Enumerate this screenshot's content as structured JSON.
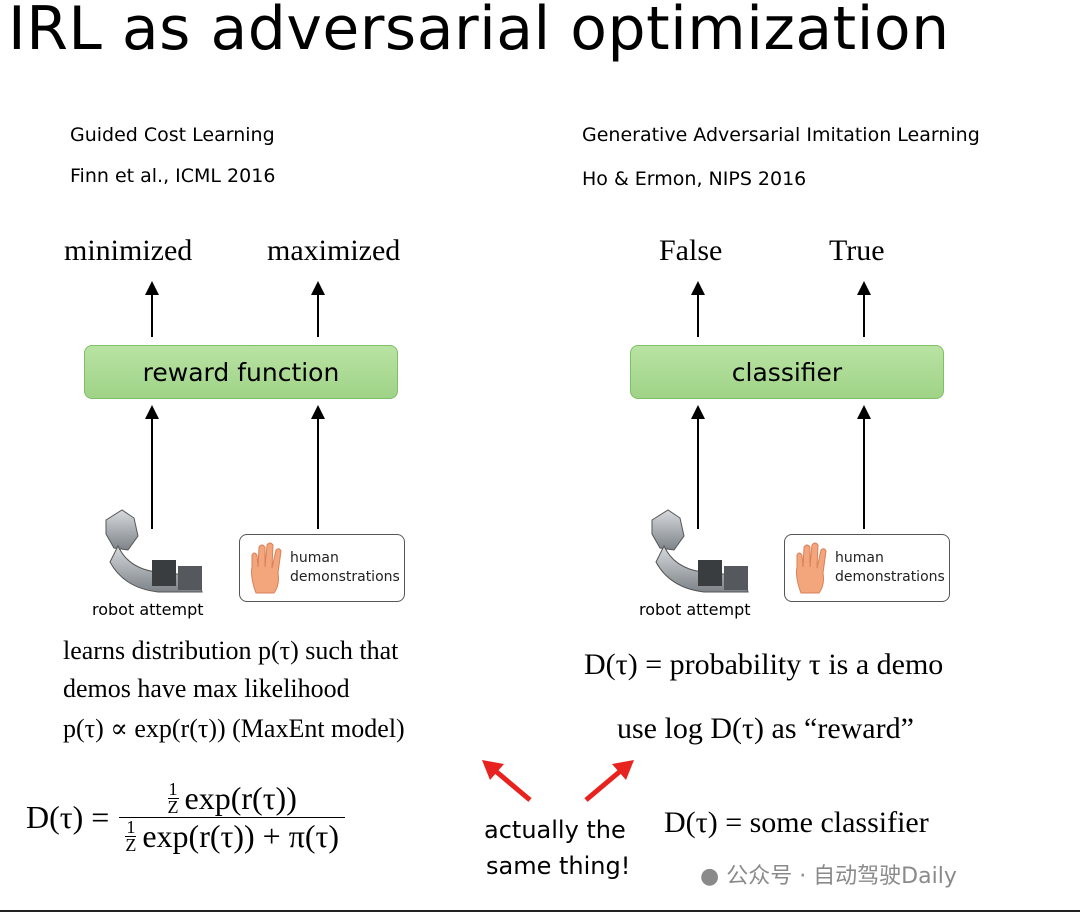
{
  "title": "IRL as adversarial optimization",
  "left": {
    "ref_title": "Guided Cost Learning",
    "ref_cite": "Finn et al., ICML 2016",
    "out_min": "minimized",
    "out_max": "maximized",
    "box_label": "reward function",
    "robot_label": "robot attempt",
    "demo_line1": "human",
    "demo_line2": "demonstrations",
    "text1": "learns distribution p(τ) such that",
    "text2": "demos have max likelihood",
    "text3": "p(τ) ∝ exp(r(τ)) (MaxEnt model)",
    "eq_lhs": "D(τ) =",
    "eq_num": "exp(r(τ))",
    "eq_den": "exp(r(τ)) + π(τ)",
    "eq_frac_num": "1",
    "eq_frac_den": "Z"
  },
  "right": {
    "ref_title": "Generative Adversarial Imitation Learning",
    "ref_cite": "Ho & Ermon, NIPS 2016",
    "out_false": "False",
    "out_true": "True",
    "box_label": "classifier",
    "robot_label": "robot attempt",
    "demo_line1": "human",
    "demo_line2": "demonstrations",
    "text1": "D(τ) = probability τ is a demo",
    "text2": "use log D(τ) as “reward”",
    "text3": "D(τ) = some classifier"
  },
  "middle": {
    "line1": "actually the",
    "line2": "same thing!"
  },
  "watermark": "公众号 · 自动驾驶Daily",
  "colors": {
    "box_fill": "#a8d994",
    "box_border": "#7fbf66",
    "arrow_red": "#e8231f"
  }
}
